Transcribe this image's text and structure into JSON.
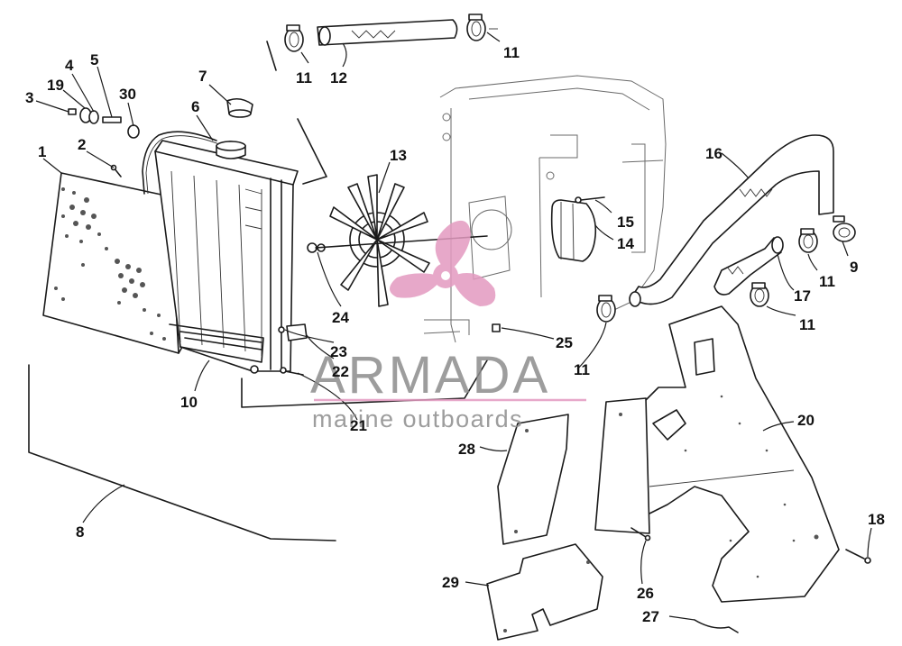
{
  "diagram": {
    "callouts": [
      {
        "id": "c1",
        "label": "1"
      },
      {
        "id": "c2",
        "label": "2"
      },
      {
        "id": "c3",
        "label": "3"
      },
      {
        "id": "c4",
        "label": "4"
      },
      {
        "id": "c5",
        "label": "5"
      },
      {
        "id": "c6",
        "label": "6"
      },
      {
        "id": "c7",
        "label": "7"
      },
      {
        "id": "c8",
        "label": "8"
      },
      {
        "id": "c9",
        "label": "9"
      },
      {
        "id": "c10",
        "label": "10"
      },
      {
        "id": "c11a",
        "label": "11"
      },
      {
        "id": "c11b",
        "label": "11"
      },
      {
        "id": "c11c",
        "label": "11"
      },
      {
        "id": "c11d",
        "label": "11"
      },
      {
        "id": "c11e",
        "label": "11"
      },
      {
        "id": "c12",
        "label": "12"
      },
      {
        "id": "c13",
        "label": "13"
      },
      {
        "id": "c14",
        "label": "14"
      },
      {
        "id": "c15",
        "label": "15"
      },
      {
        "id": "c16",
        "label": "16"
      },
      {
        "id": "c17",
        "label": "17"
      },
      {
        "id": "c18",
        "label": "18"
      },
      {
        "id": "c19",
        "label": "19"
      },
      {
        "id": "c20",
        "label": "20"
      },
      {
        "id": "c21",
        "label": "21"
      },
      {
        "id": "c22",
        "label": "22"
      },
      {
        "id": "c23",
        "label": "23"
      },
      {
        "id": "c24",
        "label": "24"
      },
      {
        "id": "c25",
        "label": "25"
      },
      {
        "id": "c26",
        "label": "26"
      },
      {
        "id": "c27",
        "label": "27"
      },
      {
        "id": "c28",
        "label": "28"
      },
      {
        "id": "c29",
        "label": "29"
      },
      {
        "id": "c30",
        "label": "30"
      }
    ]
  },
  "watermark": {
    "title": "ARMADA",
    "subtitle": "marine outboards",
    "logo_color": "#e39ac0",
    "text_color": "#8c8c8c"
  }
}
